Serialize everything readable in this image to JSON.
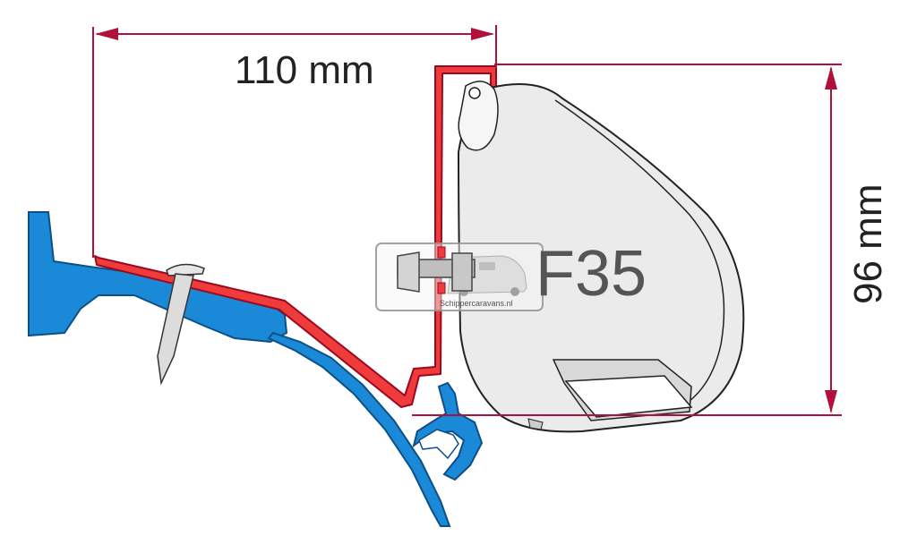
{
  "dimensions": {
    "width_label": "110 mm",
    "height_label": "96 mm"
  },
  "model": {
    "label": "F35"
  },
  "watermark": {
    "text": "Schippercaravans.nl"
  },
  "colors": {
    "bracket": "#d0102a",
    "bracket_fill": "#ef3b3b",
    "vehicle_body": "#1a8ad8",
    "vehicle_dark": "#0d4f86",
    "dimension_line": "#b0103a",
    "awning_fill": "#ebebeb",
    "awning_stroke": "#222222"
  }
}
